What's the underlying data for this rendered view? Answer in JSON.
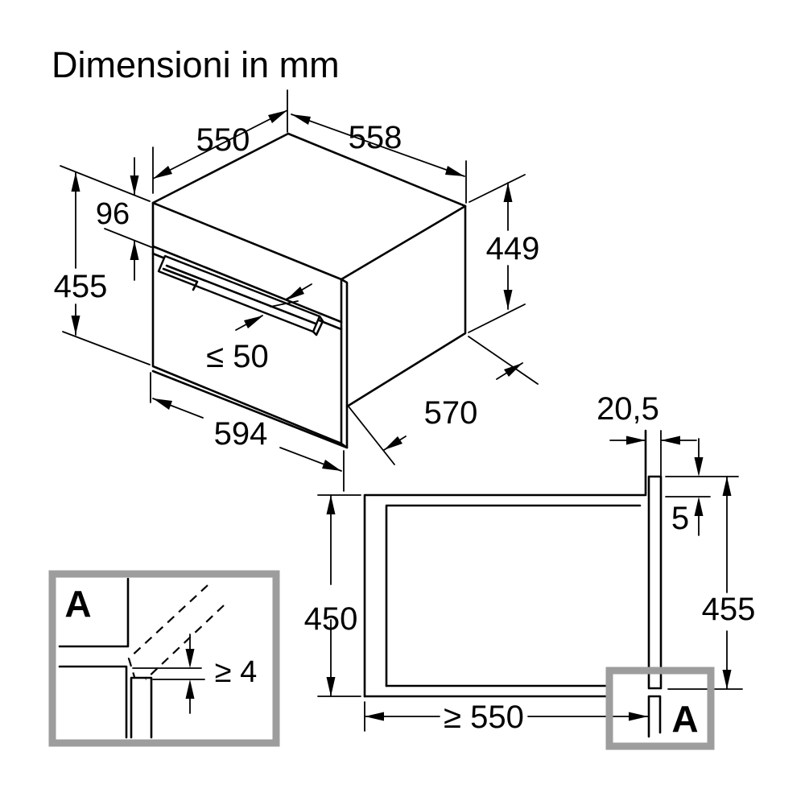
{
  "title": "Dimensioni in mm",
  "isometric_view": {
    "top_depth": "550",
    "top_width": "558",
    "control_panel_height": "96",
    "front_height": "455",
    "body_height": "449",
    "handle_clearance": "≤ 50",
    "front_width": "594",
    "body_depth": "570"
  },
  "section_view": {
    "front_overhang": "20,5",
    "top_overlap": "5",
    "niche_height": "450",
    "front_frame_height": "455",
    "niche_depth_min": "≥ 550",
    "detail_marker": "A"
  },
  "detail_view": {
    "label": "A",
    "bottom_clearance_min": "≥ 4"
  }
}
